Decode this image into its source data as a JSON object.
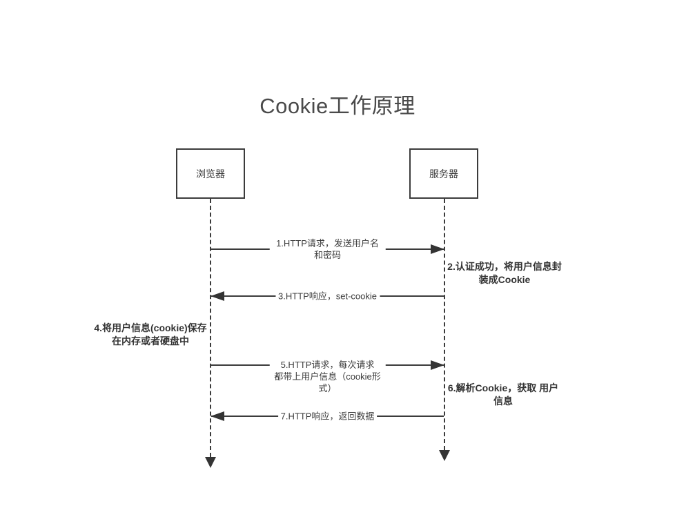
{
  "title": "Cookie工作原理",
  "actors": [
    {
      "id": "browser",
      "label": "浏览器"
    },
    {
      "id": "server",
      "label": "服务器"
    }
  ],
  "messages": [
    {
      "num": 1,
      "from": "browser",
      "to": "server",
      "direction": "right",
      "text": "1.HTTP请求，发送用户名和密码"
    },
    {
      "num": 3,
      "from": "server",
      "to": "browser",
      "direction": "left",
      "text": "3.HTTP响应，set-cookie"
    },
    {
      "num": 5,
      "from": "browser",
      "to": "server",
      "direction": "right",
      "text": "5.HTTP请求，每次请求\n都带上用户信息（cookie形式）"
    },
    {
      "num": 7,
      "from": "server",
      "to": "browser",
      "direction": "left",
      "text": "7.HTTP响应，返回数据"
    }
  ],
  "notes": [
    {
      "num": 2,
      "side": "server",
      "text": "2.认证成功，将用户信息封\n装成Cookie"
    },
    {
      "num": 4,
      "side": "browser",
      "text": "4.将用户信息(cookie)保存\n在内存或者硬盘中"
    },
    {
      "num": 6,
      "side": "server",
      "text": "6.解析Cookie，获取 用户\n信息"
    }
  ],
  "colors": {
    "line": "#3b3b3b",
    "text": "#3b3b3b",
    "title": "#4a4a4a",
    "background": "#ffffff"
  }
}
